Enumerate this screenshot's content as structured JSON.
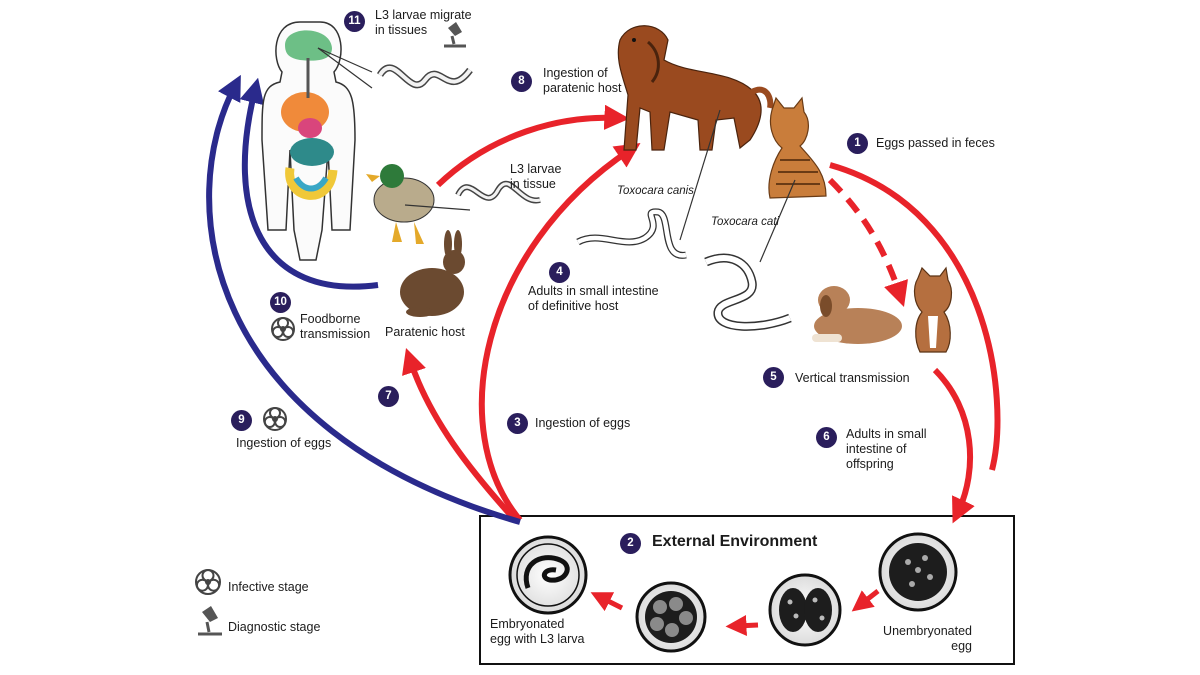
{
  "steps": [
    {
      "n": "1",
      "label": "Eggs passed in feces"
    },
    {
      "n": "2",
      "label": "External Environment"
    },
    {
      "n": "3",
      "label": "Ingestion of eggs"
    },
    {
      "n": "4",
      "label": "Adults in small intestine\nof definitive host"
    },
    {
      "n": "5",
      "label": "Vertical transmission"
    },
    {
      "n": "6",
      "label": "Adults in small\nintestine of\noffspring"
    },
    {
      "n": "7",
      "label": ""
    },
    {
      "n": "8",
      "label": "Ingestion of\nparatenic host"
    },
    {
      "n": "9",
      "label": "Ingestion of eggs"
    },
    {
      "n": "10",
      "label": "Foodborne\ntransmission"
    },
    {
      "n": "11",
      "label": "L3 larvae migrate\nin tissues"
    }
  ],
  "labels": {
    "l3_in_tissue": "L3 larvae\nin tissue",
    "paratenic_host": "Paratenic host",
    "toxocara_canis": "Toxocara canis",
    "toxocara_cati": "Toxocara cati",
    "embryonated": "Embryonated\negg with L3 larva",
    "unembryonated": "Unembryonated\negg"
  },
  "legend": {
    "infective": "Infective stage",
    "diagnostic": "Diagnostic stage"
  },
  "colors": {
    "red_arrow": "#e8232a",
    "blue_arrow": "#2a2a8c",
    "step_badge": "#2a1e5c"
  }
}
